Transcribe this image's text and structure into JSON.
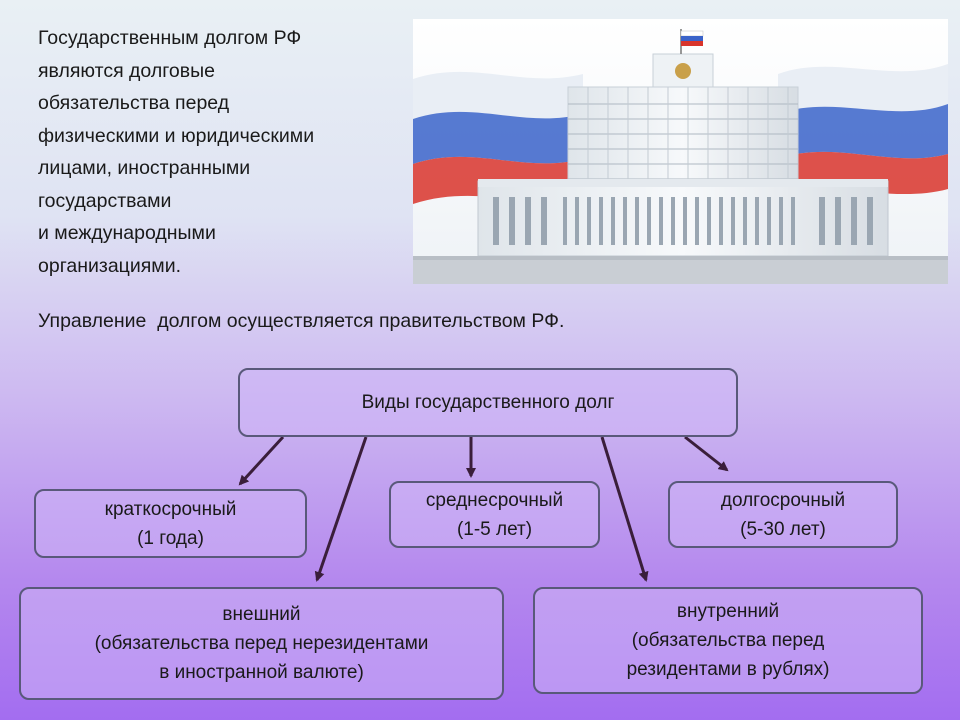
{
  "intro_text": "Государственным долгом РФ\nявляются долговые\nобязательства перед\nфизическими и юридическими\nлицами, иностранными\nгосударствами\nи международными\nорганизациями.",
  "management_text": "Управление  долгом осуществляется правительством РФ.",
  "diagram": {
    "root": "Виды государственного долг",
    "short_term": "краткосрочный\n(1 года)",
    "medium_term": "среднесрочный\n(1-5 лет)",
    "long_term": "долгосрочный\n(5-30 лет)",
    "external": "внешний\n(обязательства перед нерезидентами\nв иностранной валюте)",
    "internal": "внутренний\n(обязательства перед\nрезидентами в рублях)"
  },
  "colors": {
    "flag_white": "#ffffff",
    "flag_blue": "#3a63c9",
    "flag_red": "#d8342b",
    "box_border": "#59597a",
    "arrow": "#3a1e3a"
  }
}
